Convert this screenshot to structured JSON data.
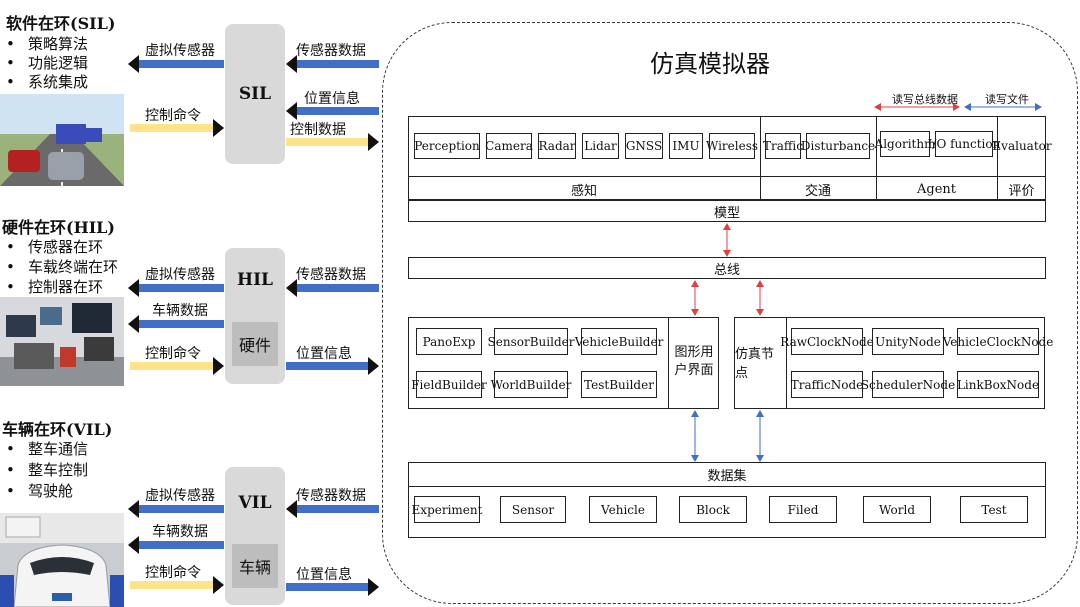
{
  "sections": [
    {
      "title": "软件在环(SIL)",
      "bullets": [
        "策略算法",
        "功能逻辑",
        "系统集成"
      ],
      "node": "SIL",
      "sub": ""
    },
    {
      "title": "硬件在环(HIL)",
      "bullets": [
        "传感器在环",
        "车载终端在环",
        "控制器在环"
      ],
      "node": "HIL",
      "sub": "硬件"
    },
    {
      "title": "车辆在环(VIL)",
      "bullets": [
        "整车通信",
        "整车控制",
        "驾驶舱"
      ],
      "node": "VIL",
      "sub": "车辆"
    }
  ],
  "flows": {
    "sil_left": [
      "虚拟传感器",
      "控制命令"
    ],
    "sil_right": [
      "传感器数据",
      "位置信息",
      "控制数据"
    ],
    "hil_left": [
      "虚拟传感器",
      "车辆数据",
      "控制命令"
    ],
    "hil_right": [
      "传感器数据",
      "位置信息"
    ],
    "vil_left": [
      "虚拟传感器",
      "车辆数据",
      "控制命令"
    ],
    "vil_right": [
      "传感器数据",
      "位置信息"
    ]
  },
  "simulator": {
    "title": "仿真模拟器",
    "read_bus": "读写总线数据",
    "read_file": "读写文件",
    "perception_items": [
      "Perception",
      "Camera",
      "Radar",
      "Lidar",
      "GNSS",
      "IMU",
      "Wireless"
    ],
    "traffic_items": [
      "Traffic",
      "Disturbance"
    ],
    "agent_items": [
      "Algorithm",
      "I/O function"
    ],
    "evaluator": "Evaluator",
    "group_labels": {
      "perception": "感知",
      "traffic": "交通",
      "agent": "Agent",
      "eval": "评价"
    },
    "model": "模型",
    "bus": "总线",
    "gui_items": [
      "PanoExp",
      "SensorBuilder",
      "VehicleBuilder",
      "FieldBuilder",
      "WorldBuilder",
      "TestBuilder"
    ],
    "gui_label": "图形用户界面",
    "node_label": "仿真节点",
    "node_items": [
      "RawClockNode",
      "UnityNode",
      "VehicleClockNode",
      "TrafficNode",
      "SchedulerNode",
      "LinkBoxNode"
    ],
    "dataset": "数据集",
    "dataset_items": [
      "Experiment",
      "Sensor",
      "Vehicle",
      "Block",
      "Filed",
      "World",
      "Test"
    ]
  },
  "colors": {
    "blue_arrow": "#3f6fc7",
    "yellow_arrow": "#ffe38a",
    "red_arrow": "#e04040",
    "node_bg": "#d9d9d9"
  }
}
